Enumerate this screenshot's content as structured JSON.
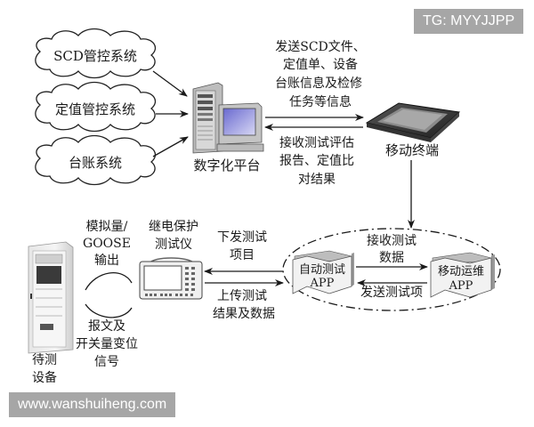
{
  "watermarks": {
    "top_right": "TG: MYYJJPP",
    "bottom_left": "www.wanshuiheng.com"
  },
  "sources": [
    {
      "label": "SCD管控系统"
    },
    {
      "label": "定值管控系统"
    },
    {
      "label": "台账系统"
    }
  ],
  "nodes": {
    "platform": "数字化平台",
    "mobile_terminal": "移动终端",
    "relay_tester_line1": "继电保护",
    "relay_tester_line2": "测试仪",
    "device_line1": "待测",
    "device_line2": "设备",
    "auto_test_app_line1": "自动测试",
    "auto_test_app_line2": "APP",
    "mobile_ops_app_line1": "移动运维",
    "mobile_ops_app_line2": "APP"
  },
  "edges": {
    "platform_to_mobile": [
      "发送SCD文件、",
      "定值单、设备",
      "台账信息及检修",
      "任务等信息"
    ],
    "mobile_to_platform": [
      "接收测试评估",
      "报告、定值比",
      "对结果"
    ],
    "tester_to_device_top": [
      "模拟量/",
      "GOOSE",
      "输出"
    ],
    "device_to_tester_bottom": [
      "报文及",
      "开关量变位",
      "信号"
    ],
    "app_to_tester": [
      "下发测试",
      "项目"
    ],
    "tester_to_app": [
      "上传测试",
      "结果及数据"
    ],
    "ops_to_auto": "发送测试项",
    "auto_to_ops": [
      "接收测试",
      "数据"
    ]
  }
}
